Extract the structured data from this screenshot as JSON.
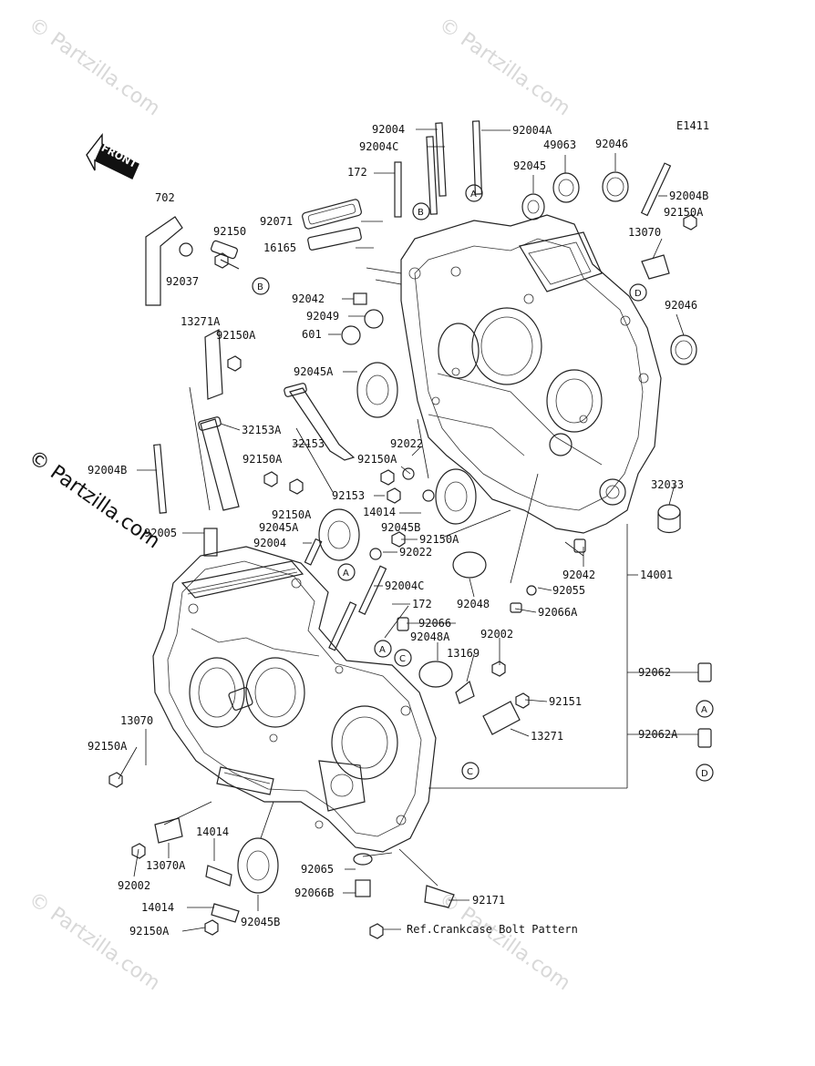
{
  "diagram_code": "E1411",
  "front_label": "FRONT",
  "reference_note": "Ref.Crankcase Bolt Pattern",
  "watermarks": [
    "© Partzilla.com",
    "© Partzilla.com",
    "© Partzilla.com",
    "© Partzilla.com",
    "© Partzilla.com"
  ],
  "callouts": {
    "a": "A",
    "b": "B",
    "c": "C",
    "d": "D"
  },
  "part_labels": {
    "p92004_top": "92004",
    "p92004A": "92004A",
    "p92004C_top": "92004C",
    "p49063": "49063",
    "p92046_top": "92046",
    "p172_top": "172",
    "p92045": "92045",
    "p92004B_right": "92004B",
    "p92150A_right": "92150A",
    "p702": "702",
    "p92150": "92150",
    "p92071": "92071",
    "p16165": "16165",
    "p13070_right": "13070",
    "p92037": "92037",
    "p92042_top": "92042",
    "p92049": "92049",
    "p601": "601",
    "p92046_right": "92046",
    "p13271A": "13271A",
    "p92150A_13271A": "92150A",
    "p92045A_top": "92045A",
    "p32153A": "32153A",
    "p32153": "32153",
    "p92150A_32153": "92150A",
    "p92022_top": "92022",
    "p92150A_mid": "92150A",
    "p92004B_left": "92004B",
    "p92153": "92153",
    "p14014_mid": "14014",
    "p32033": "32033",
    "p92150A_low": "92150A",
    "p92045A_mid": "92045A",
    "p92045B_mid": "92045B",
    "p92150A_mid2": "92150A",
    "p92005": "92005",
    "p92004_mid": "92004",
    "p92022_mid": "92022",
    "p92042_mid": "92042",
    "p14001": "14001",
    "p92004C_mid": "92004C",
    "p92055": "92055",
    "p172_mid": "172",
    "p92048": "92048",
    "p92066A": "92066A",
    "p92066": "92066",
    "p92048A": "92048A",
    "p92002_top": "92002",
    "p13169": "13169",
    "p92062": "92062",
    "p92151": "92151",
    "p13070_left": "13070",
    "p13271": "13271",
    "p92062A": "92062A",
    "p92150A_left": "92150A",
    "p14014_low": "14014",
    "p13070A": "13070A",
    "p92065": "92065",
    "p92002_low": "92002",
    "p92066B": "92066B",
    "p92171": "92171",
    "p14014_bottom": "14014",
    "p92045B_low": "92045B",
    "p92150A_bottom": "92150A"
  }
}
